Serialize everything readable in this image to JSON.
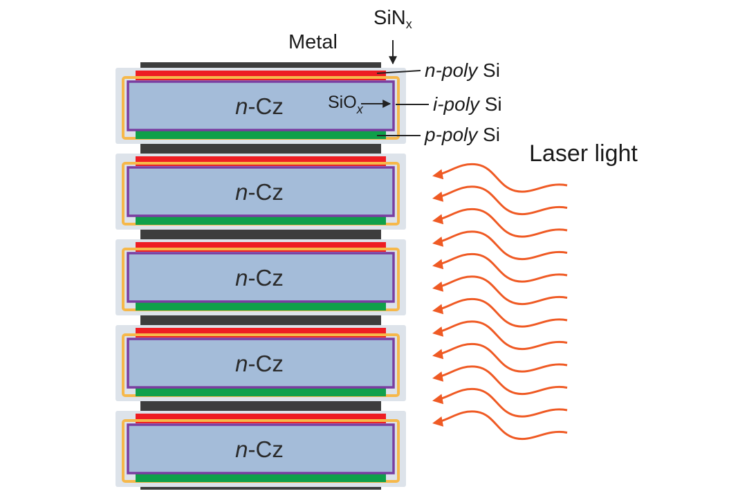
{
  "labels": {
    "metal": "Metal",
    "sinx_base": "SiN",
    "sinx_sub": "x",
    "npoly_italic": "n-poly",
    "npoly_rest": " Si",
    "ipoly_italic": "i-poly",
    "ipoly_rest": " Si",
    "ppoly_italic": "p-poly",
    "ppoly_rest": " Si",
    "siox_base": "SiO",
    "siox_sub": "x",
    "laser": "Laser light"
  },
  "cells": [
    {
      "prefix": "n",
      "suffix": "-Cz"
    },
    {
      "prefix": "n",
      "suffix": "-Cz"
    },
    {
      "prefix": "n",
      "suffix": "-Cz"
    },
    {
      "prefix": "n",
      "suffix": "-Cz"
    },
    {
      "prefix": "n",
      "suffix": "-Cz"
    }
  ],
  "colors": {
    "metal": "#3d3d3d",
    "n_poly": "#ee1d23",
    "p_poly": "#0fa04a",
    "sio_outline": "#7a3da0",
    "i_poly": "#f6b84a",
    "substrate": "#a4bcd9",
    "sinx_shell": "#dde3ea",
    "laser": "#ef5a24",
    "arrow": "#222222"
  },
  "laser_wave_count": 12
}
